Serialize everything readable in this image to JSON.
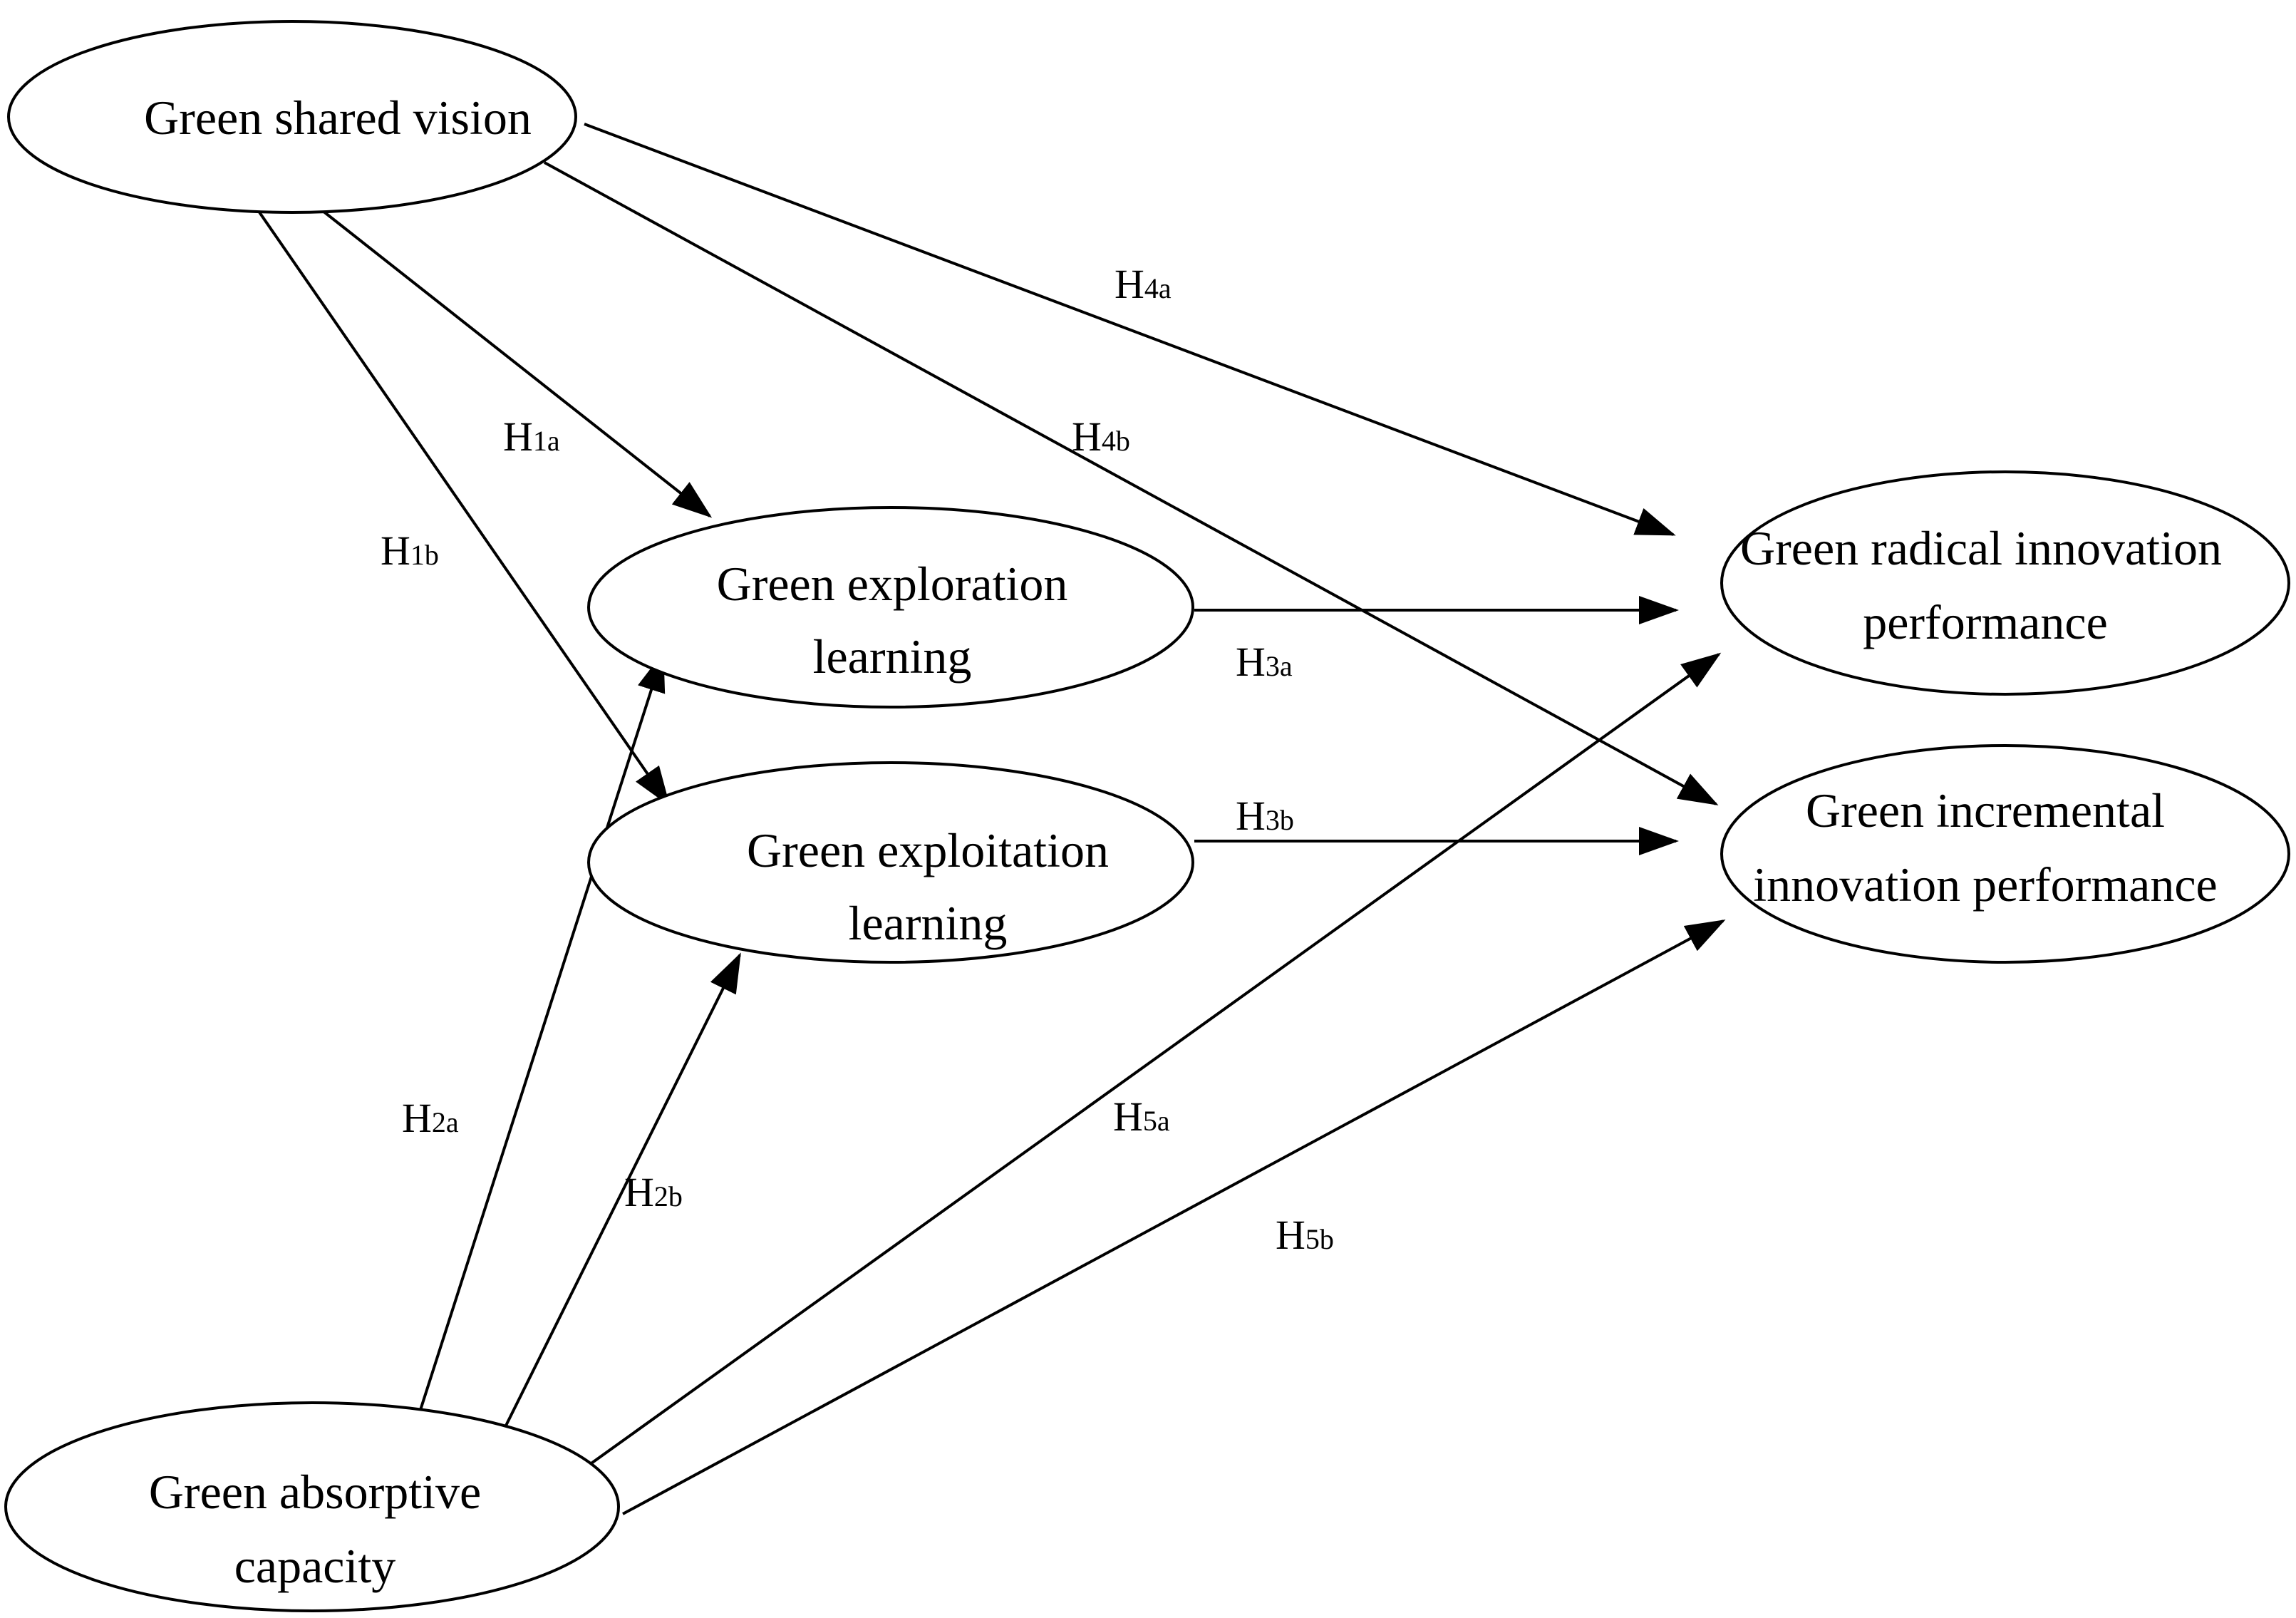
{
  "nodes": {
    "vision": {
      "lines": [
        "Green shared vision"
      ]
    },
    "exploration": {
      "lines": [
        "Green exploration",
        "learning"
      ]
    },
    "exploitation": {
      "lines": [
        "Green exploitation",
        "learning"
      ]
    },
    "absorptive": {
      "lines": [
        "Green absorptive",
        "capacity"
      ]
    },
    "radical": {
      "lines": [
        "Green radical innovation",
        "performance"
      ]
    },
    "incremental": {
      "lines": [
        "Green incremental",
        "innovation performance"
      ]
    }
  },
  "hypotheses": {
    "H1a": {
      "letter": "H",
      "sub": "1a",
      "from": "Green shared vision",
      "to": "Green exploration learning"
    },
    "H1b": {
      "letter": "H",
      "sub": "1b",
      "from": "Green shared vision",
      "to": "Green exploitation learning"
    },
    "H2a": {
      "letter": "H",
      "sub": "2a",
      "from": "Green absorptive capacity",
      "to": "Green exploration learning"
    },
    "H2b": {
      "letter": "H",
      "sub": "2b",
      "from": "Green absorptive capacity",
      "to": "Green exploitation learning"
    },
    "H3a": {
      "letter": "H",
      "sub": "3a",
      "from": "Green exploration learning",
      "to": "Green radical innovation performance"
    },
    "H3b": {
      "letter": "H",
      "sub": "3b",
      "from": "Green exploitation learning",
      "to": "Green incremental innovation performance"
    },
    "H4a": {
      "letter": "H",
      "sub": "4a",
      "from": "Green shared vision",
      "to": "Green radical innovation performance"
    },
    "H4b": {
      "letter": "H",
      "sub": "4b",
      "from": "Green shared vision",
      "to": "Green incremental innovation performance"
    },
    "H5a": {
      "letter": "H",
      "sub": "5a",
      "from": "Green absorptive capacity",
      "to": "Green radical innovation performance"
    },
    "H5b": {
      "letter": "H",
      "sub": "5b",
      "from": "Green absorptive capacity",
      "to": "Green incremental innovation performance"
    }
  }
}
